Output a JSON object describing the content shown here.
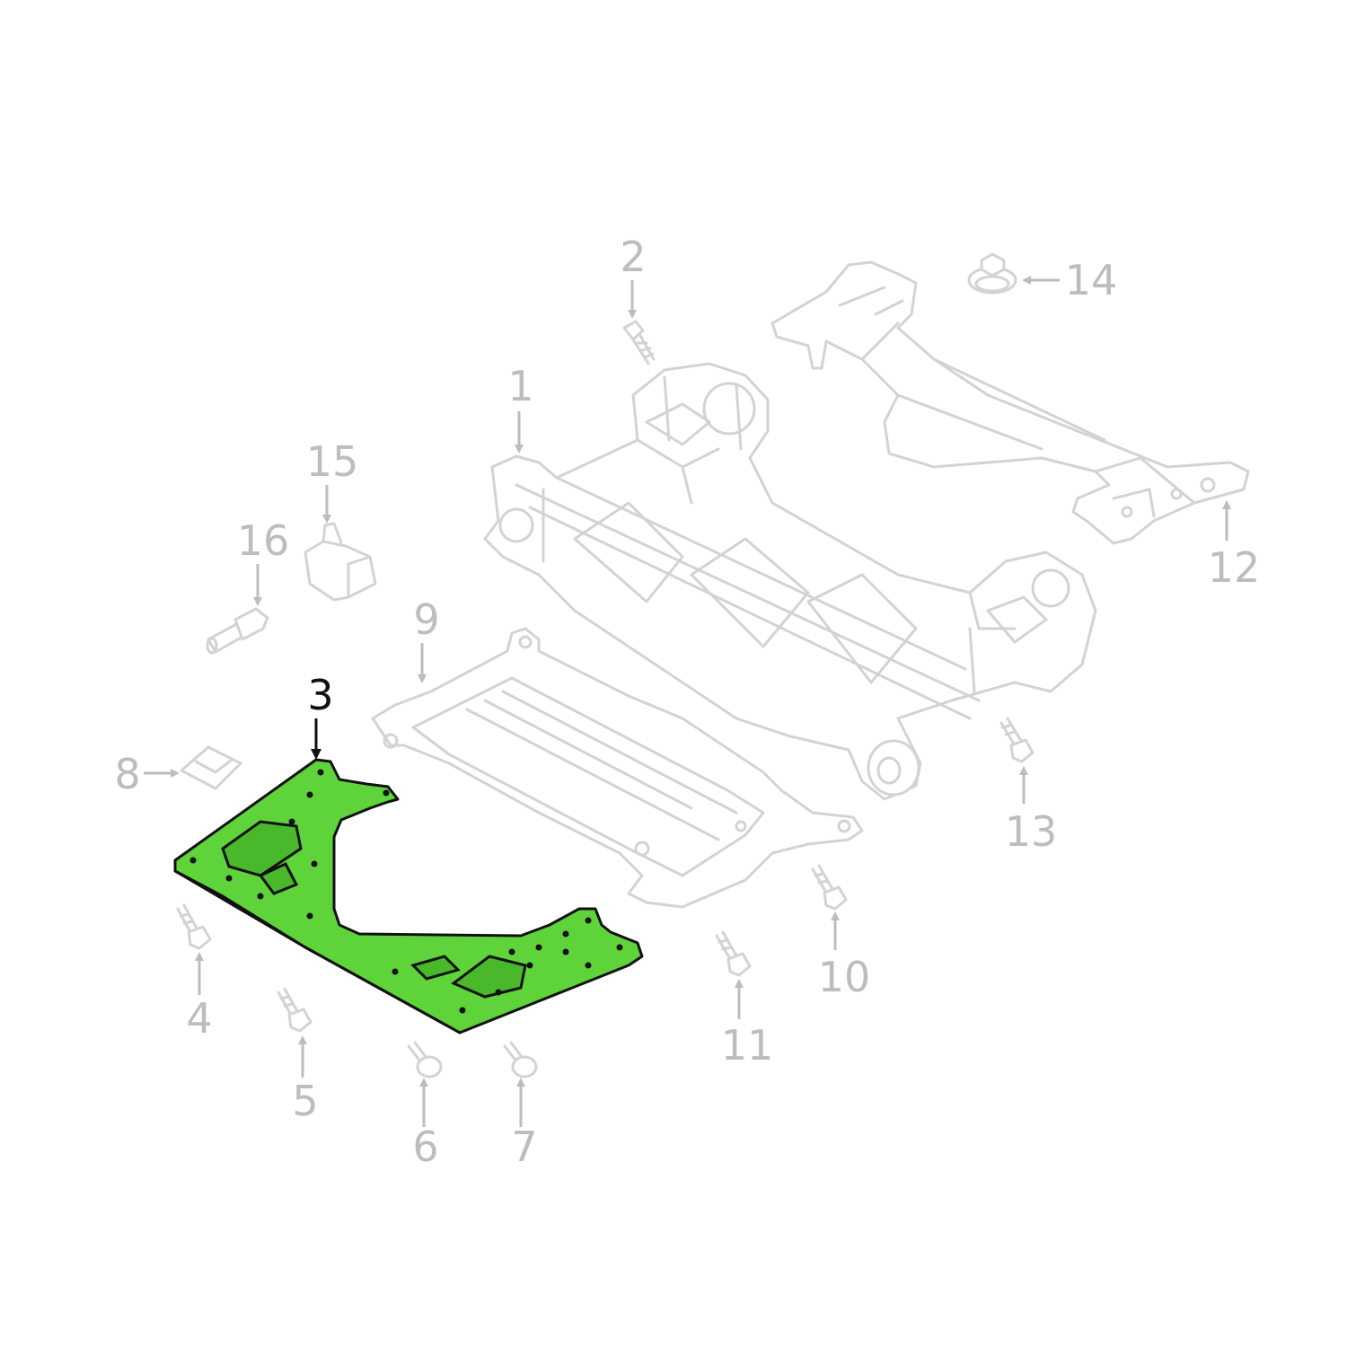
{
  "colors": {
    "highlight_fill": "#5fd43a",
    "highlight_stroke": "#111111",
    "ghost_stroke": "#d3d3d3",
    "callout_gray": "#bdbdbd",
    "callout_active": "#111111"
  },
  "highlighted_part": "3",
  "callouts": [
    {
      "id": "1",
      "label": "1"
    },
    {
      "id": "2",
      "label": "2"
    },
    {
      "id": "3",
      "label": "3"
    },
    {
      "id": "4",
      "label": "4"
    },
    {
      "id": "5",
      "label": "5"
    },
    {
      "id": "6",
      "label": "6"
    },
    {
      "id": "7",
      "label": "7"
    },
    {
      "id": "8",
      "label": "8"
    },
    {
      "id": "9",
      "label": "9"
    },
    {
      "id": "10",
      "label": "10"
    },
    {
      "id": "11",
      "label": "11"
    },
    {
      "id": "12",
      "label": "12"
    },
    {
      "id": "13",
      "label": "13"
    },
    {
      "id": "14",
      "label": "14"
    },
    {
      "id": "15",
      "label": "15"
    },
    {
      "id": "16",
      "label": "16"
    }
  ]
}
